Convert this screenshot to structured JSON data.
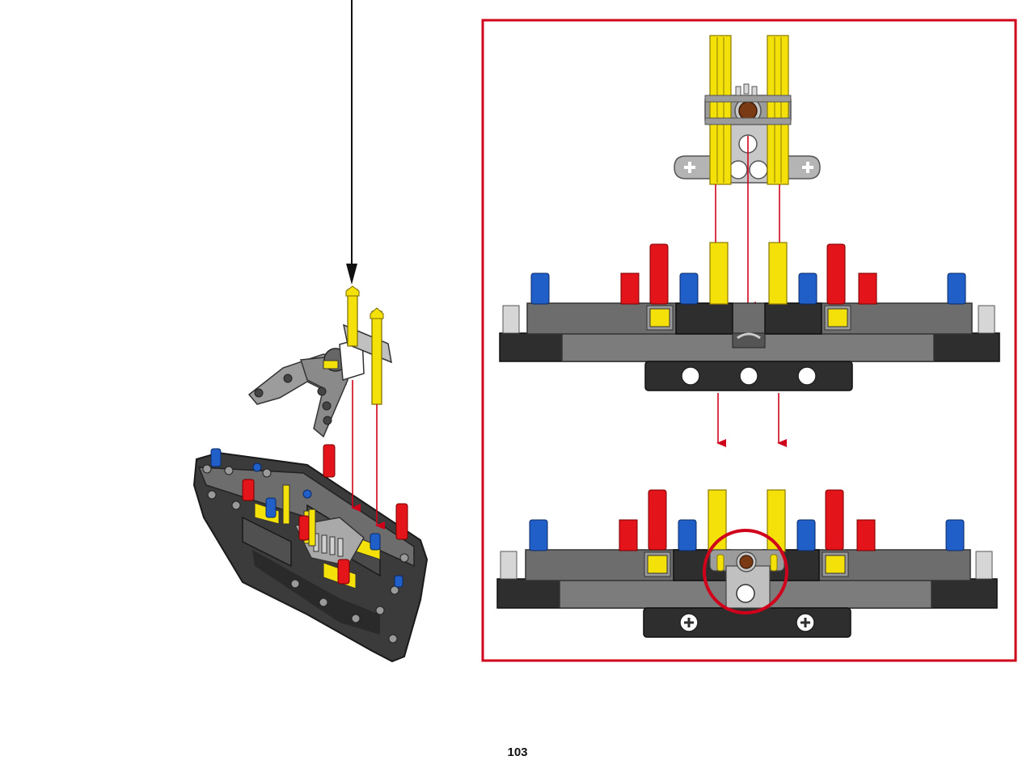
{
  "page": {
    "number": "103"
  },
  "colors": {
    "callout_border": "#d0021b",
    "arrow_red": "#d0021b",
    "arrow_black": "#111111",
    "beam_dark": "#333333",
    "beam_gray": "#7a7a7a",
    "beam_light": "#b4b4b4",
    "axle_yellow": "#f5e10a",
    "pin_red": "#e3151a",
    "pin_blue": "#1f5fc7",
    "bush_white": "#e4e4e4",
    "gear_brown": "#7a3a14"
  },
  "icons": {
    "main_view": "lego-assembly-isometric",
    "callout": "lego-assembly-front-view",
    "highlight": "red-circle-highlight"
  }
}
